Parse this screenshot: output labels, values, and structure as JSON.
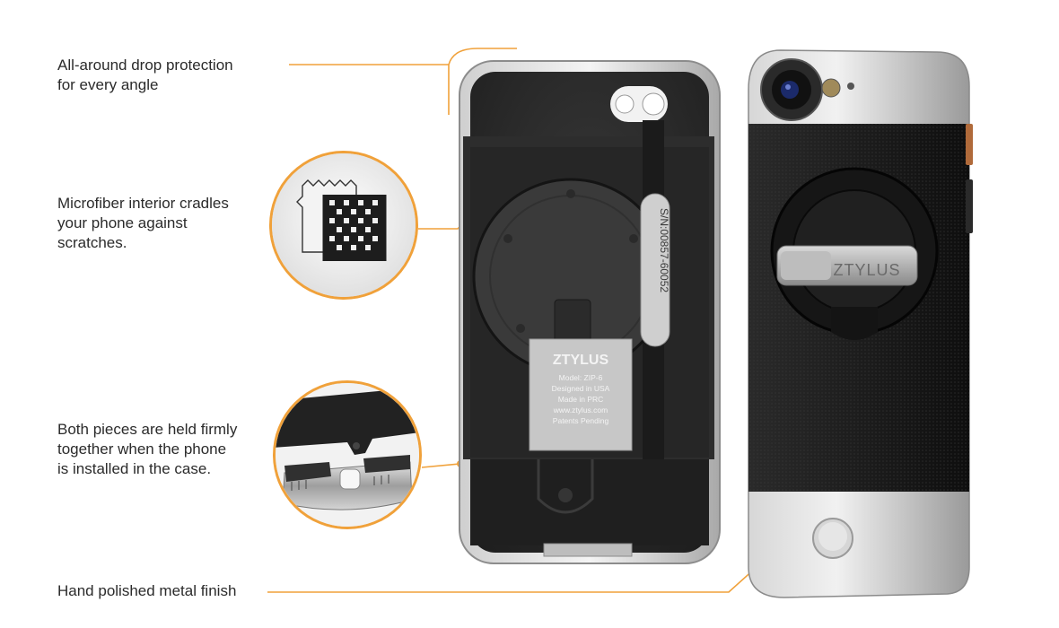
{
  "accent_color": "#f0a13a",
  "callouts": {
    "drop": {
      "lines": [
        "All-around drop protection",
        "for every angle"
      ]
    },
    "microfiber": {
      "lines": [
        "Microfiber interior cradles",
        "your phone against",
        "scratches."
      ]
    },
    "pieces": {
      "lines": [
        "Both pieces are held firmly",
        "together when the phone",
        "is installed in the case."
      ]
    },
    "metal": {
      "lines": [
        "Hand polished metal finish"
      ]
    }
  },
  "inner_case": {
    "serial": "S/N:00857-60052",
    "label": {
      "brand": "ZTYLUS",
      "details": [
        "Model: ZIP-6",
        "Designed in USA",
        "Made in PRC",
        "www.ztylus.com",
        "Patents Pending"
      ]
    }
  },
  "outer_case": {
    "brand": "ZTYLUS"
  }
}
